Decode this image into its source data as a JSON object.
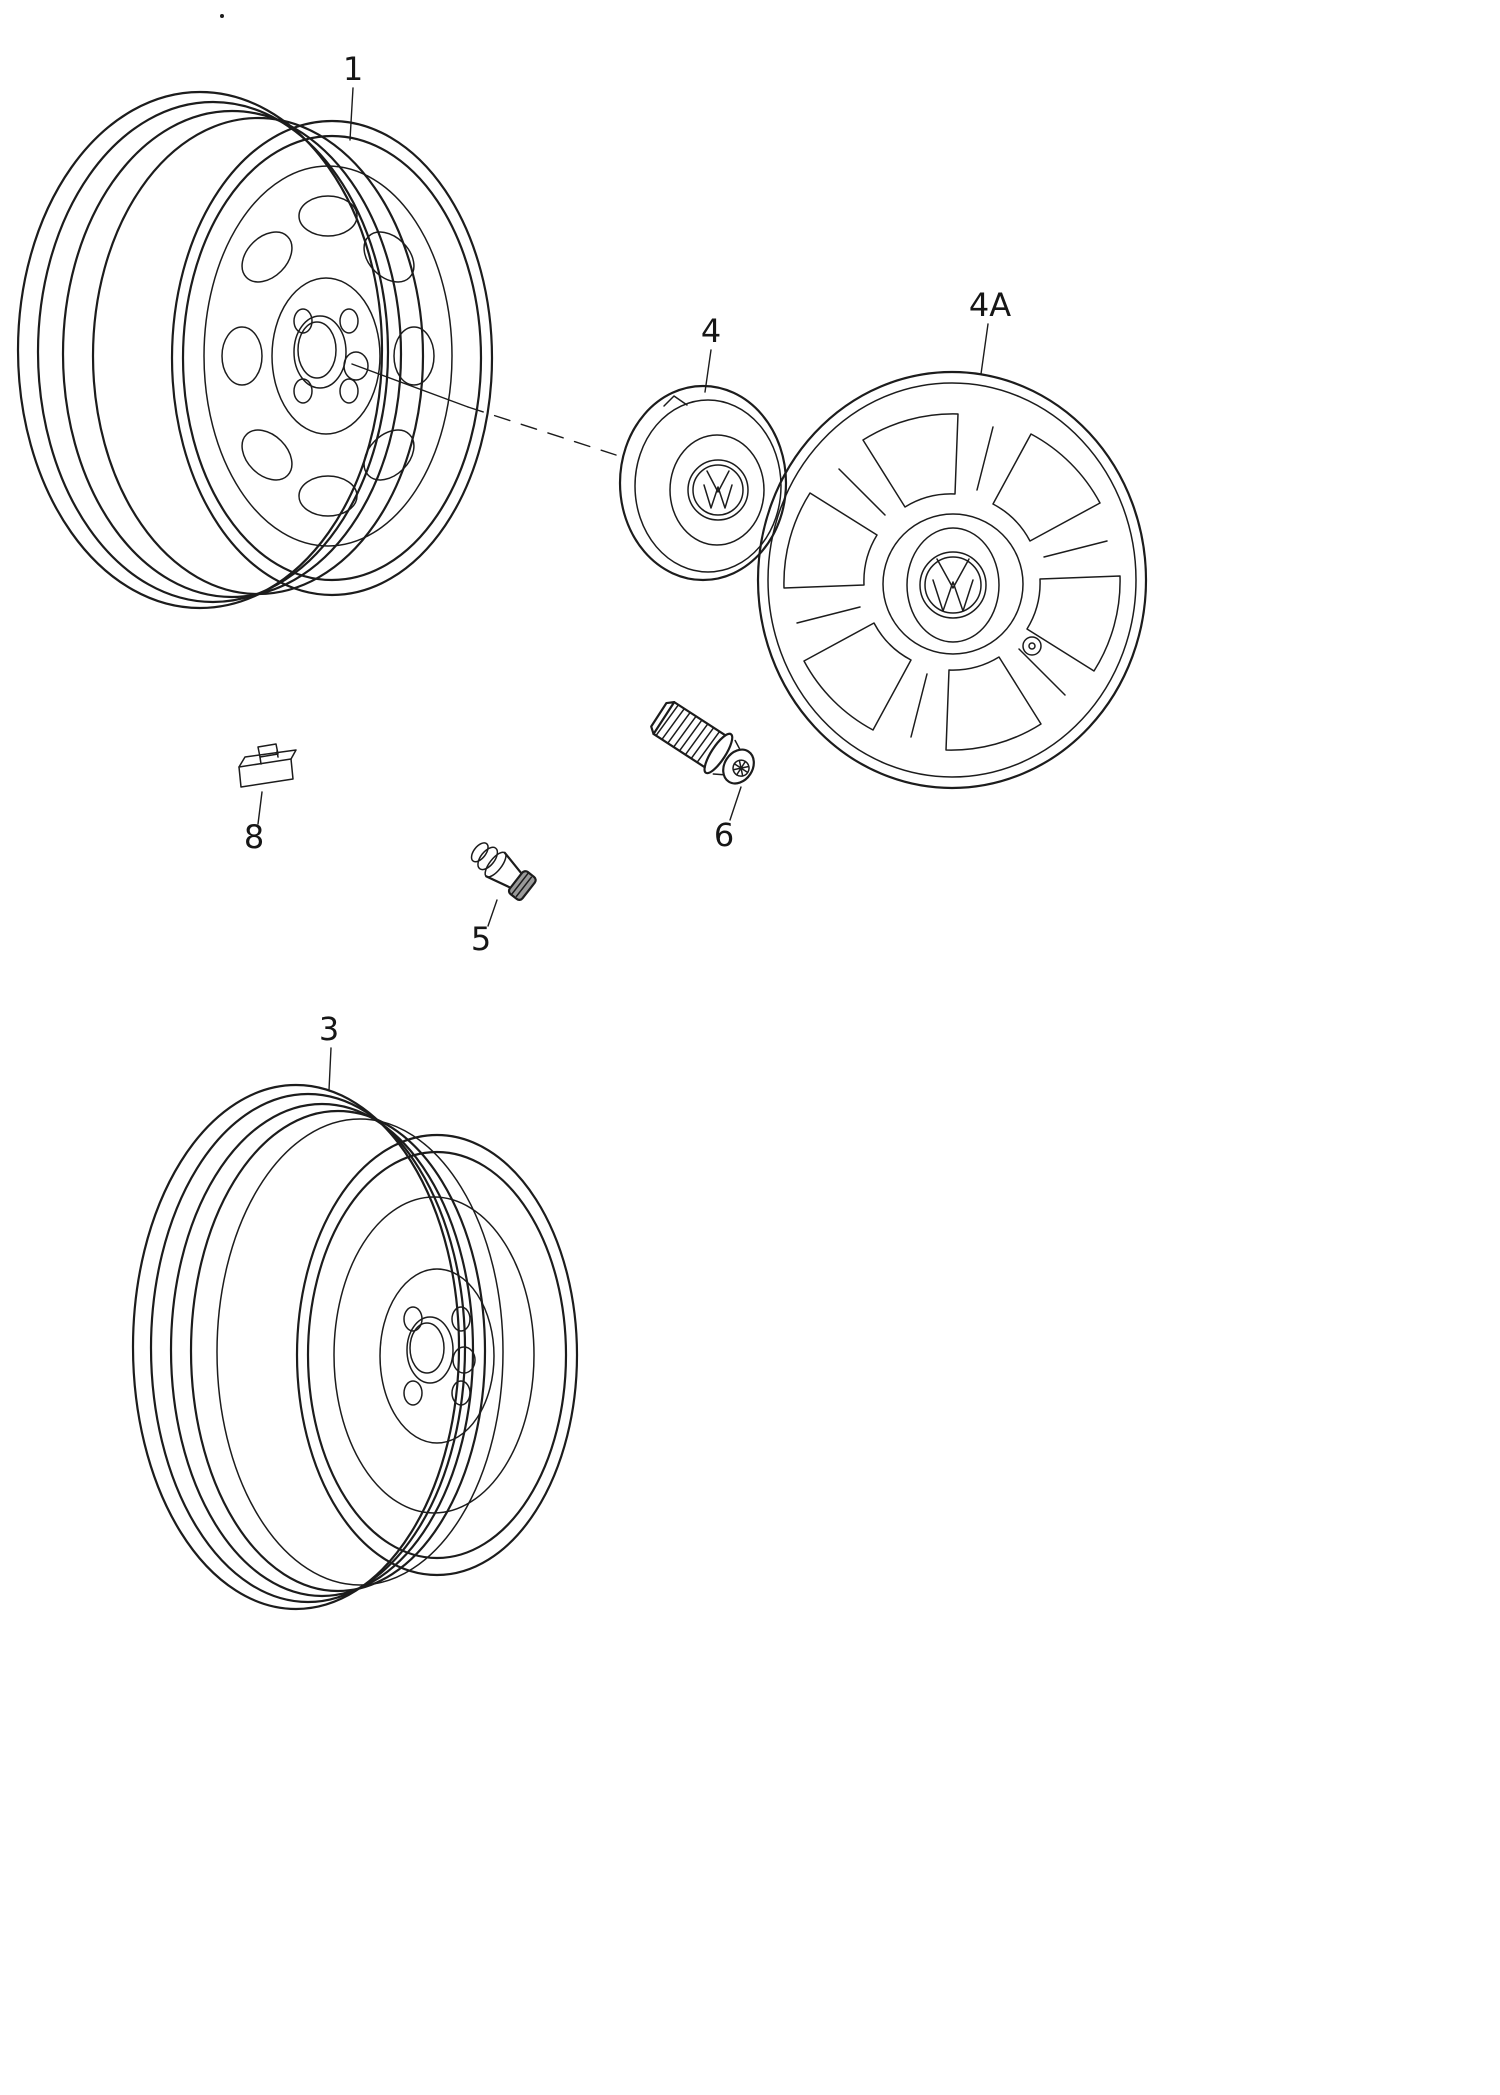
{
  "colors": {
    "background": "#ffffff",
    "ink": "#1c1c1c"
  },
  "callouts": {
    "part1": "1",
    "part3": "3",
    "part4": "4",
    "part4a": "4A",
    "part5": "5",
    "part6": "6",
    "part8": "8"
  }
}
